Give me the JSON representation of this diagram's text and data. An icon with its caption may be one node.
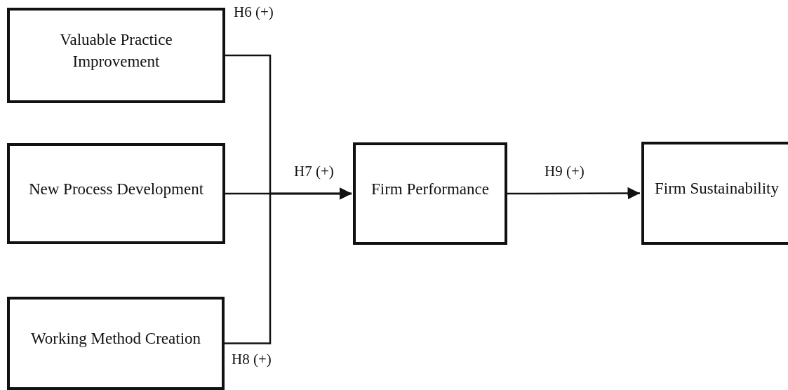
{
  "diagram": {
    "nodes": [
      {
        "text": [
          "Valuable Practice Improvement"
        ]
      },
      {
        "text": [
          "New Process Development"
        ]
      },
      {
        "text": [
          "Working Method Creation"
        ]
      },
      {
        "text": [
          "Firm Performance"
        ]
      },
      {
        "text": [
          "Firm Sustainability"
        ]
      }
    ],
    "edges": [
      {
        "from": 0,
        "to": 3,
        "arrow": "to",
        "label": "H6 (+)"
      },
      {
        "from": 1,
        "to": 3,
        "arrow": "to",
        "label": "H7 (+)"
      },
      {
        "from": 2,
        "to": 3,
        "arrow": "to",
        "label": "H8 (+)"
      },
      {
        "from": 3,
        "to": 4,
        "arrow": "to",
        "label": "H9 (+)"
      }
    ]
  }
}
